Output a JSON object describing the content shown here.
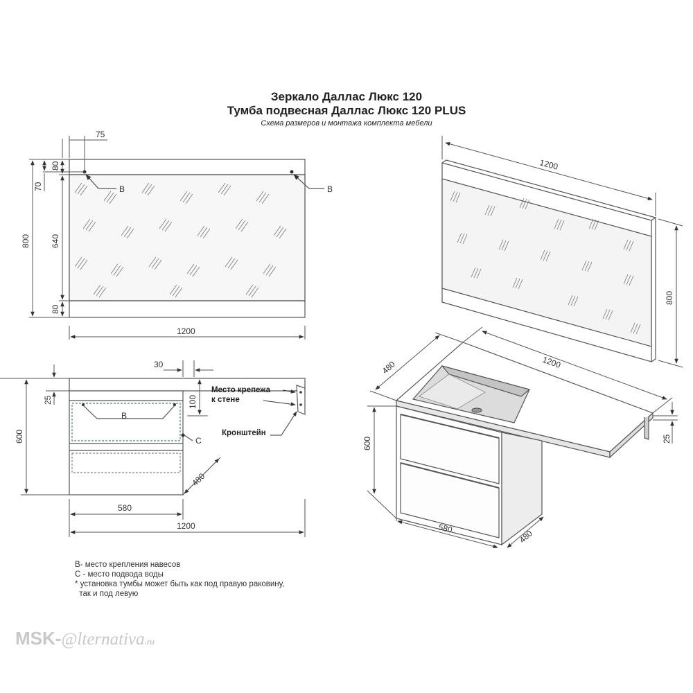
{
  "title": {
    "line1": "Зеркало Даллас Люкс 120",
    "line2": "Тумба подвесная Даллас Люкс 120 PLUS",
    "subtitle": "Схема размеров и монтажа комплекта мебели"
  },
  "mirror_front": {
    "dim_75": "75",
    "dim_80_top": "80",
    "dim_70": "70",
    "dim_800": "800",
    "dim_640": "640",
    "dim_80_bottom": "80",
    "dim_1200": "1200",
    "label_b_left": "В",
    "label_b_right": "В"
  },
  "mirror_iso": {
    "dim_1200": "1200",
    "dim_800": "800"
  },
  "cabinet_front": {
    "dim_30": "30",
    "dim_25": "25",
    "dim_100": "100",
    "dim_600": "600",
    "dim_480": "480",
    "dim_580": "580",
    "dim_1200": "1200",
    "label_b": "В",
    "label_c": "С",
    "label_wall": "Место крепежа\nк стене",
    "label_wall_line1": "Место крепежа",
    "label_wall_line2": "к стене",
    "label_bracket": "Кронштейн"
  },
  "cabinet_iso": {
    "dim_480_top": "480",
    "dim_1200": "1200",
    "dim_600": "600",
    "dim_25": "25",
    "dim_580": "580",
    "dim_480_bottom": "480"
  },
  "notes": [
    "В- место крепления навесов",
    "С - место подвода воды",
    "* установка тумбы может быть как под правую раковину,",
    "  так и под левую"
  ],
  "logo": {
    "part1": "MSK-",
    "part2": "@lternativa",
    "part3": ".ru"
  }
}
